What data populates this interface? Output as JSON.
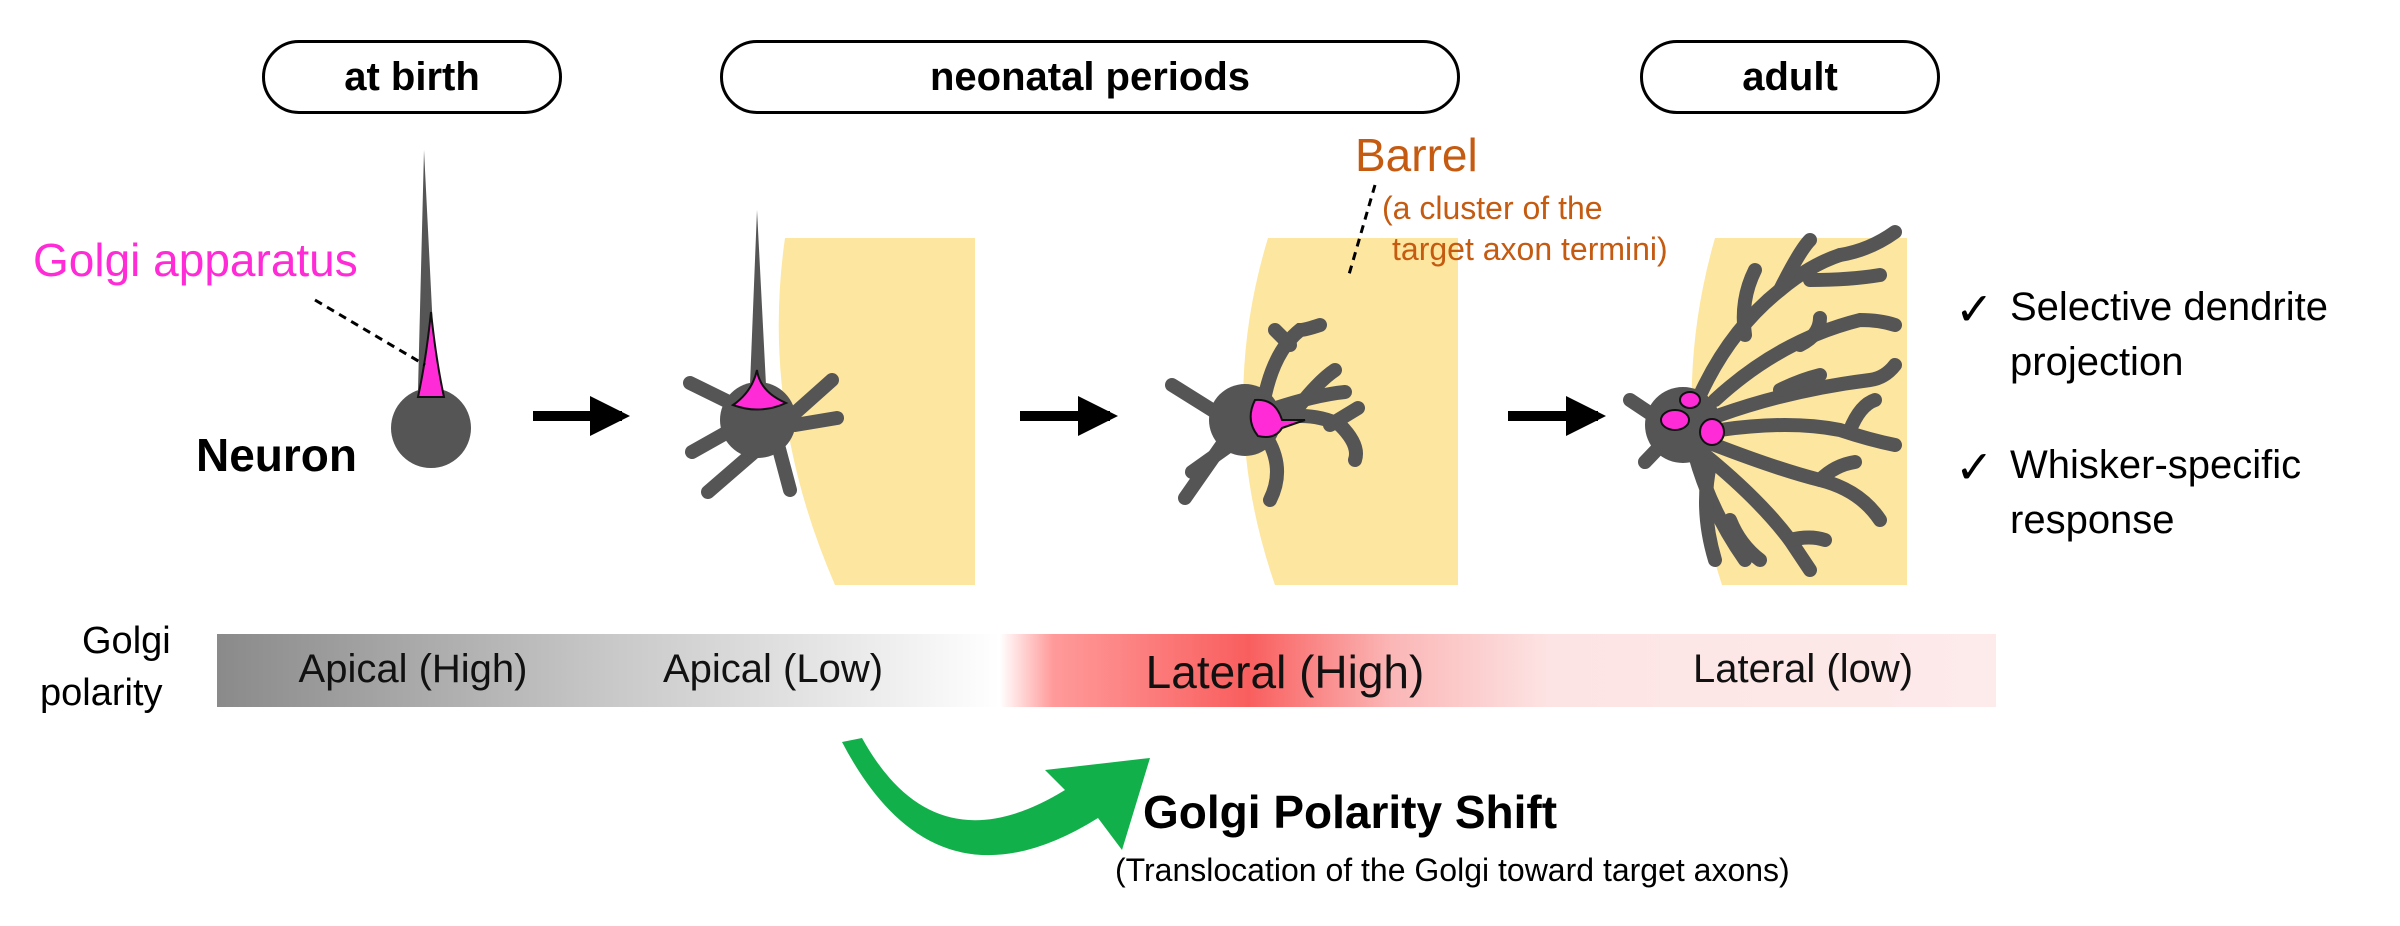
{
  "stages": {
    "birth": "at birth",
    "neonatal": "neonatal periods",
    "adult": "adult"
  },
  "labels": {
    "golgi_apparatus": "Golgi apparatus",
    "neuron": "Neuron",
    "barrel": "Barrel",
    "barrel_note_1": "(a cluster of the",
    "barrel_note_2": "target axon termini)"
  },
  "outcomes": {
    "check": "✓",
    "item1_line1": "Selective dendrite",
    "item1_line2": "projection",
    "item2_line1": "Whisker-specific",
    "item2_line2": "response"
  },
  "polarity": {
    "axis_label_1": "Golgi",
    "axis_label_2": "polarity",
    "segments": [
      "Apical (High)",
      "Apical (Low)",
      "Lateral (High)",
      "Lateral (low)"
    ]
  },
  "shift": {
    "title": "Golgi Polarity Shift",
    "subtitle": "(Translocation of the Golgi toward target axons)"
  },
  "colors": {
    "golgi": "#ff2bd6",
    "barrel_fill": "#fde6a0",
    "neuron": "#555555",
    "barrel_text": "#c55a11",
    "shift_arrow": "#12b04a"
  }
}
